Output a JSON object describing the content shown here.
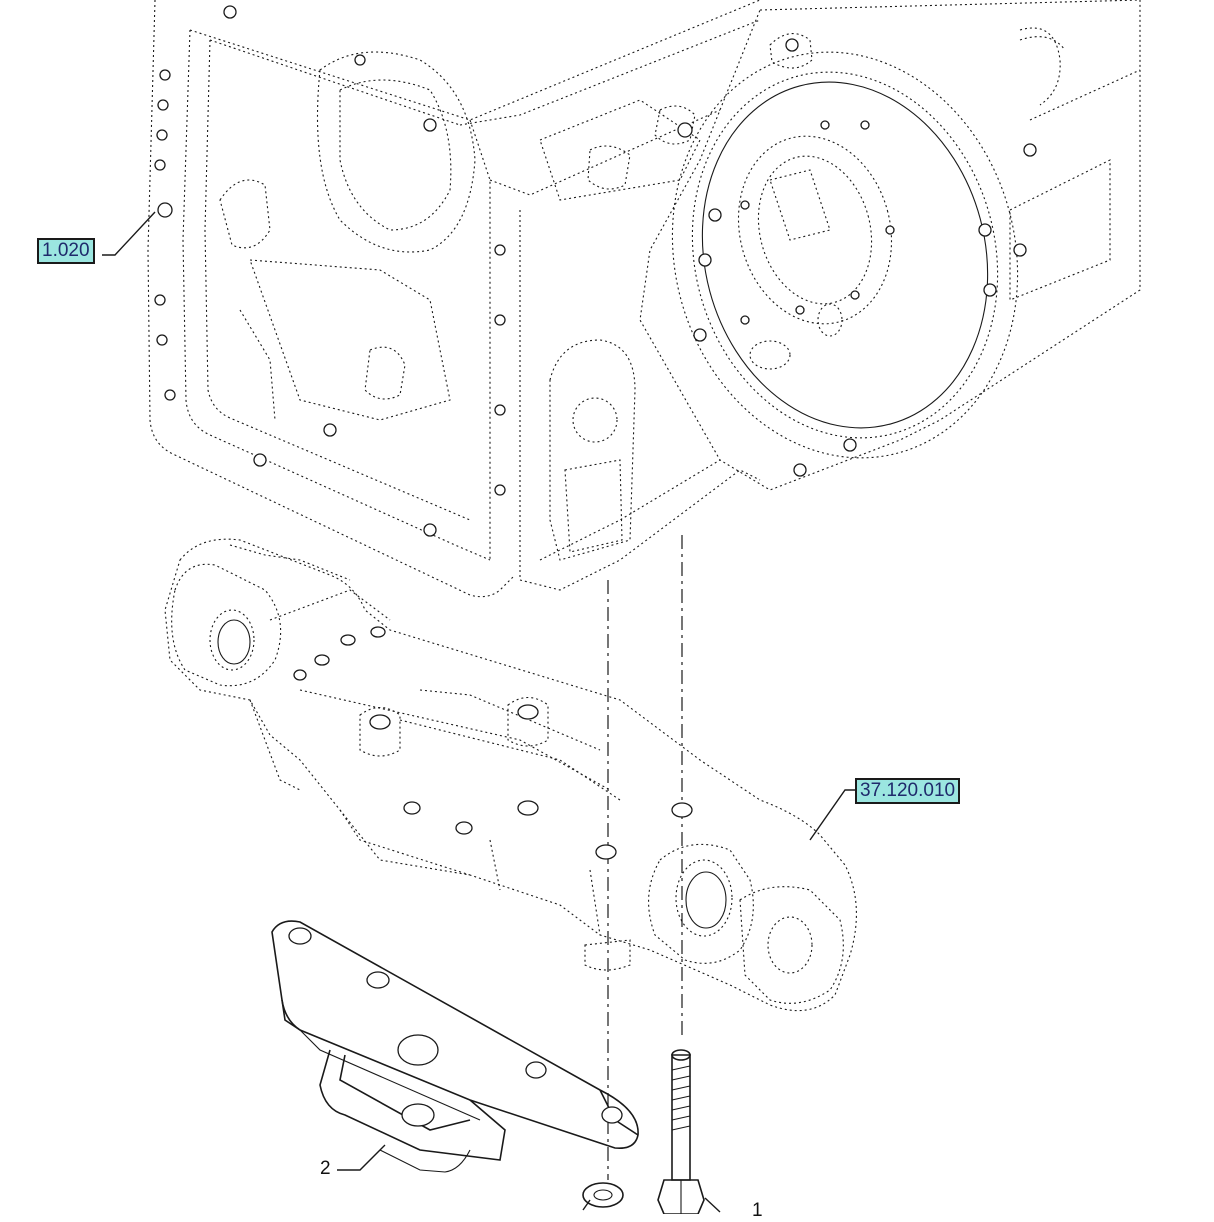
{
  "callouts": {
    "ref_housing": "1.020",
    "ref_support": "37.120.010",
    "item_bracket": "2",
    "item_bolt": "1"
  },
  "colors": {
    "tag_fill": "#9be6e0",
    "tag_text": "#1f2a6b",
    "line": "#1a1a1a"
  }
}
